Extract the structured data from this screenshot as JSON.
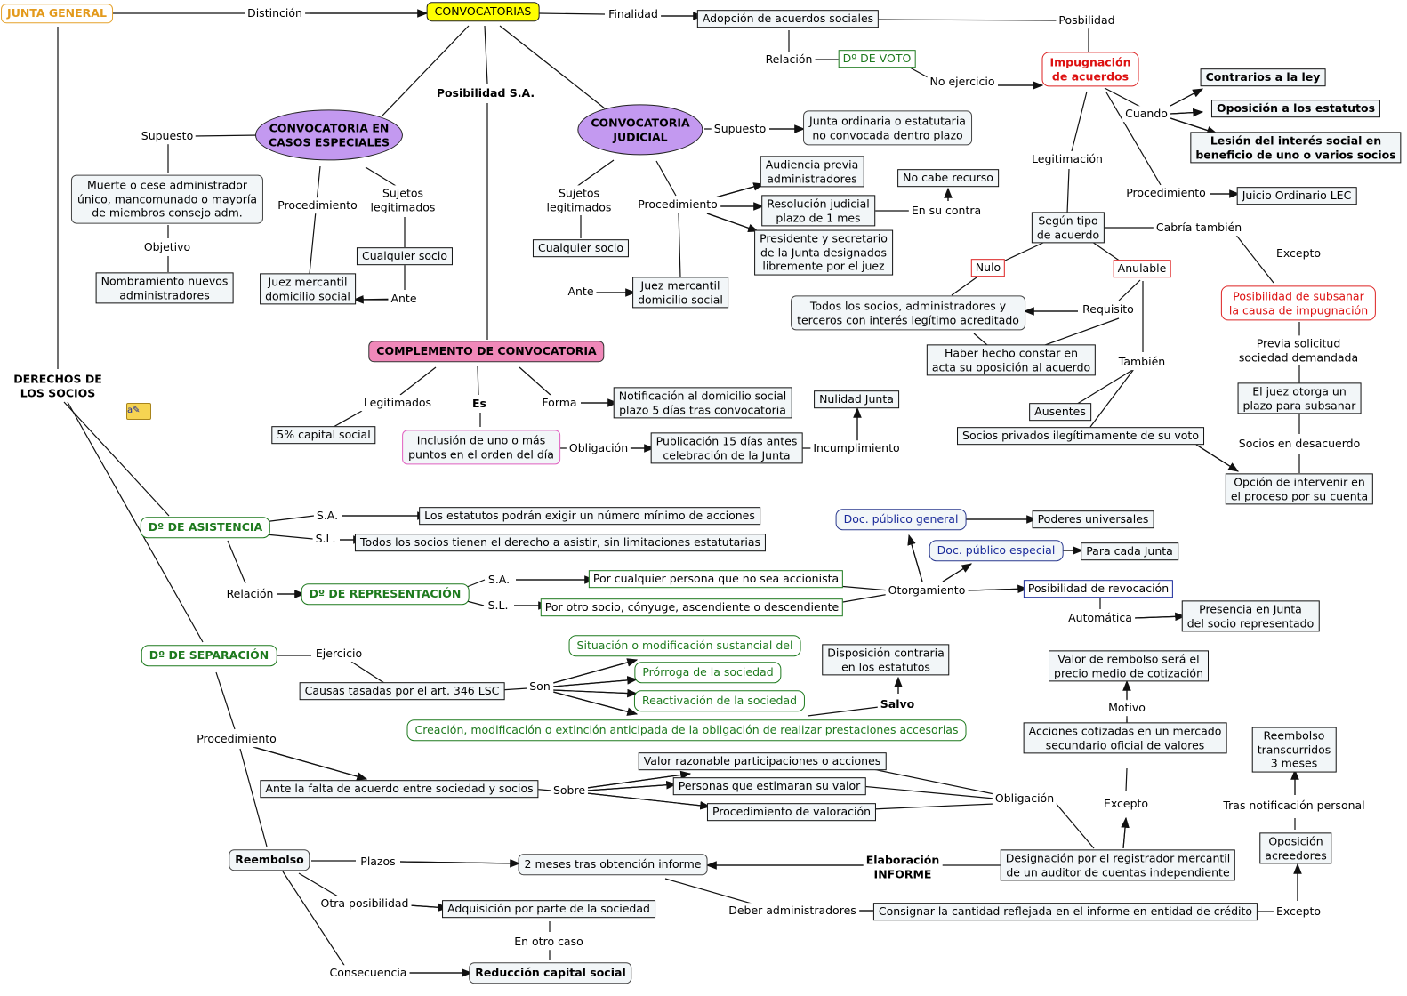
{
  "colors": {
    "line": "#111111",
    "accent_red": "#d22222",
    "accent_green": "#1e7a1e",
    "accent_blue": "#1a2a9a",
    "concept_purple": "#c399f0",
    "title_yellow": "#ffff00",
    "complemento_pink": "#f088b9"
  },
  "icons": {
    "note": "note-icon"
  },
  "nodes": {
    "junta_general": "JUNTA GENERAL",
    "distincion": "Distinción",
    "convocatorias": "CONVOCATORIAS",
    "finalidad": "Finalidad",
    "adopcion": "Adopción de acuerdos sociales",
    "posbilidad": "Posbilidad",
    "relacion_voto": "Relación",
    "do_voto": "Dº DE VOTO",
    "no_ejercicio": "No ejercicio",
    "impugnacion": "Impugnación\nde acuerdos",
    "contrarios_ley": "Contrarios a la ley",
    "oposicion_estatutos": "Oposición a los estatutos",
    "lesion_interes": "Lesión del interés social en\nbeneficio de uno o varios socios",
    "cuando": "Cuando",
    "legitimacion": "Legitimación",
    "procedimiento_imp": "Procedimiento",
    "juicio_ordinario": "Juicio Ordinario LEC",
    "segun_tipo": "Según tipo\nde acuerdo",
    "cabria_tambien": "Cabría también",
    "excepto_subsanar": "Excepto",
    "nulo": "Nulo",
    "anulable": "Anulable",
    "posibilidad_subsanar": "Posibilidad de subsanar\nla causa de impugnación",
    "todos_socios": "Todos los socios, administradores y\nterceros con interés legítimo acreditado",
    "requisito": "Requisito",
    "haber_hecho": "Haber hecho constar en\nacta su oposición al acuerdo",
    "tambien": "También",
    "previa_solicitud": "Previa solicitud\nsociedad demandada",
    "juez_otorga": "El juez otorga un\nplazo para subsanar",
    "socios_desacuerdo": "Socios en desacuerdo",
    "ausentes": "Ausentes",
    "socios_privados": "Socios privados ilegítimamente de su voto",
    "opcion_intervenir": "Opción de intervenir en\nel proceso por su cuenta",
    "conv_especiales": "CONVOCATORIA EN\nCASOS ESPECIALES",
    "posibilidad_sa": "Posibilidad S.A.",
    "conv_judicial": "CONVOCATORIA\nJUDICIAL",
    "supuesto_jud": "Supuesto",
    "junta_ordinaria": "Junta ordinaria o estatutaria\nno convocada dentro plazo",
    "supuesto_esp": "Supuesto",
    "muerte_cese": "Muerte o cese administrador\núnico, mancomunado o mayoría\nde miembros consejo adm.",
    "objetivo": "Objetivo",
    "nombramiento": "Nombramiento nuevos\nadministradores",
    "procedimiento_esp": "Procedimiento",
    "sujetos_esp": "Sujetos\nlegitimados",
    "cualquier_socio_esp": "Cualquier socio",
    "ante_esp": "Ante",
    "juez_mercantil_esp": "Juez mercantil\ndomicilio social",
    "sujetos_jud": "Sujetos\nlegitimados",
    "procedimiento_jud": "Procedimiento",
    "cualquier_socio_jud": "Cualquier socio",
    "ante_jud": "Ante",
    "juez_mercantil_jud": "Juez mercantil\ndomicilio social",
    "audiencia": "Audiencia previa\nadministradores",
    "resolucion": "Resolución judicial\nplazo de 1 mes",
    "en_su_contra": "En su contra",
    "no_cabe": "No cabe recurso",
    "presidente": "Presidente y secretario\nde la Junta designados\nlibremente por el juez",
    "complemento": "COMPLEMENTO DE CONVOCATORIA",
    "legitimados": "Legitimados",
    "es": "Es",
    "forma": "Forma",
    "capital_5": "5% capital social",
    "inclusion": "Inclusión de uno o más\npuntos en el orden del día",
    "obligacion_comp": "Obligación",
    "publicacion": "Publicación 15 días antes\ncelebración de la Junta",
    "incumplimiento": "Incumplimiento",
    "nulidad": "Nulidad Junta",
    "notificacion": "Notificación al domicilio social\nplazo 5 días tras convocatoria",
    "derechos": "DERECHOS DE\nLOS SOCIOS",
    "do_asistencia": "Dº DE ASISTENCIA",
    "sa_asist": "S.A.",
    "sl_asist": "S.L.",
    "estatutos_exigir": "Los estatutos podrán exigir un número mínimo de acciones",
    "todos_asistir": "Todos los socios tienen el derecho a asistir, sin limitaciones estatutarias",
    "relacion_rep": "Relación",
    "do_representacion": "Dº DE REPRESENTACIÓN",
    "sa_rep": "S.A.",
    "sl_rep": "S.L.",
    "cualquier_persona": "Por cualquier persona que no sea accionista",
    "otro_socio": "Por otro socio, cónyuge, ascendiente o descendiente",
    "otorgamiento": "Otorgamiento",
    "doc_general": "Doc. público general",
    "poderes": "Poderes universales",
    "doc_especial": "Doc. público especial",
    "cada_junta": "Para cada Junta",
    "revocacion": "Posibilidad de revocación",
    "automatica": "Automática",
    "presencia": "Presencia en Junta\ndel socio representado",
    "do_separacion": "Dº DE SEPARACIÓN",
    "ejercicio": "Ejercicio",
    "causas_tasadas": "Causas tasadas por el art. 346 LSC",
    "son": "Son",
    "situacion": "Situación o modificación sustancial del",
    "prorroga": "Prórroga de la sociedad",
    "reactivacion": "Reactivación de la sociedad",
    "creacion": "Creación, modificación o extinción anticipada de la obligación de realizar prestaciones accesorias",
    "salvo": "Salvo",
    "disposicion": "Disposición contraria\nen los estatutos",
    "procedimiento_sep": "Procedimiento",
    "ante_falta": "Ante la falta de acuerdo entre sociedad y socios",
    "sobre": "Sobre",
    "valor_razonable": "Valor razonable participaciones o acciones",
    "personas_estimaran": "Personas que estimaran su valor",
    "proc_valoracion": "Procedimiento de valoración",
    "obligacion_sep": "Obligación",
    "designacion": "Designación por el registrador mercantil\nde un auditor de cuentas independiente",
    "excepto_cot": "Excepto",
    "acciones_cotizadas": "Acciones cotizadas en un mercado\nsecundario oficial de valores",
    "motivo": "Motivo",
    "valor_rembolso": "Valor de rembolso será el\nprecio medio de cotización",
    "reembolso": "Reembolso",
    "plazos": "Plazos",
    "dos_meses": "2 meses tras obtención informe",
    "elaboracion": "Elaboración\nINFORME",
    "otra_posibilidad": "Otra posibilidad",
    "adquisicion": "Adquisición por parte de la sociedad",
    "en_otro_caso": "En otro caso",
    "consecuencia": "Consecuencia",
    "reduccion": "Reducción capital social",
    "deber_admin": "Deber administradores",
    "consignar": "Consignar la cantidad reflejada en el informe en entidad de crédito",
    "excepto_op": "Excepto",
    "oposicion_acreedores": "Oposición\nacreedores",
    "tras_notificacion": "Tras notificación personal",
    "reembolso_3": "Reembolso\ntranscurridos\n3 meses"
  }
}
